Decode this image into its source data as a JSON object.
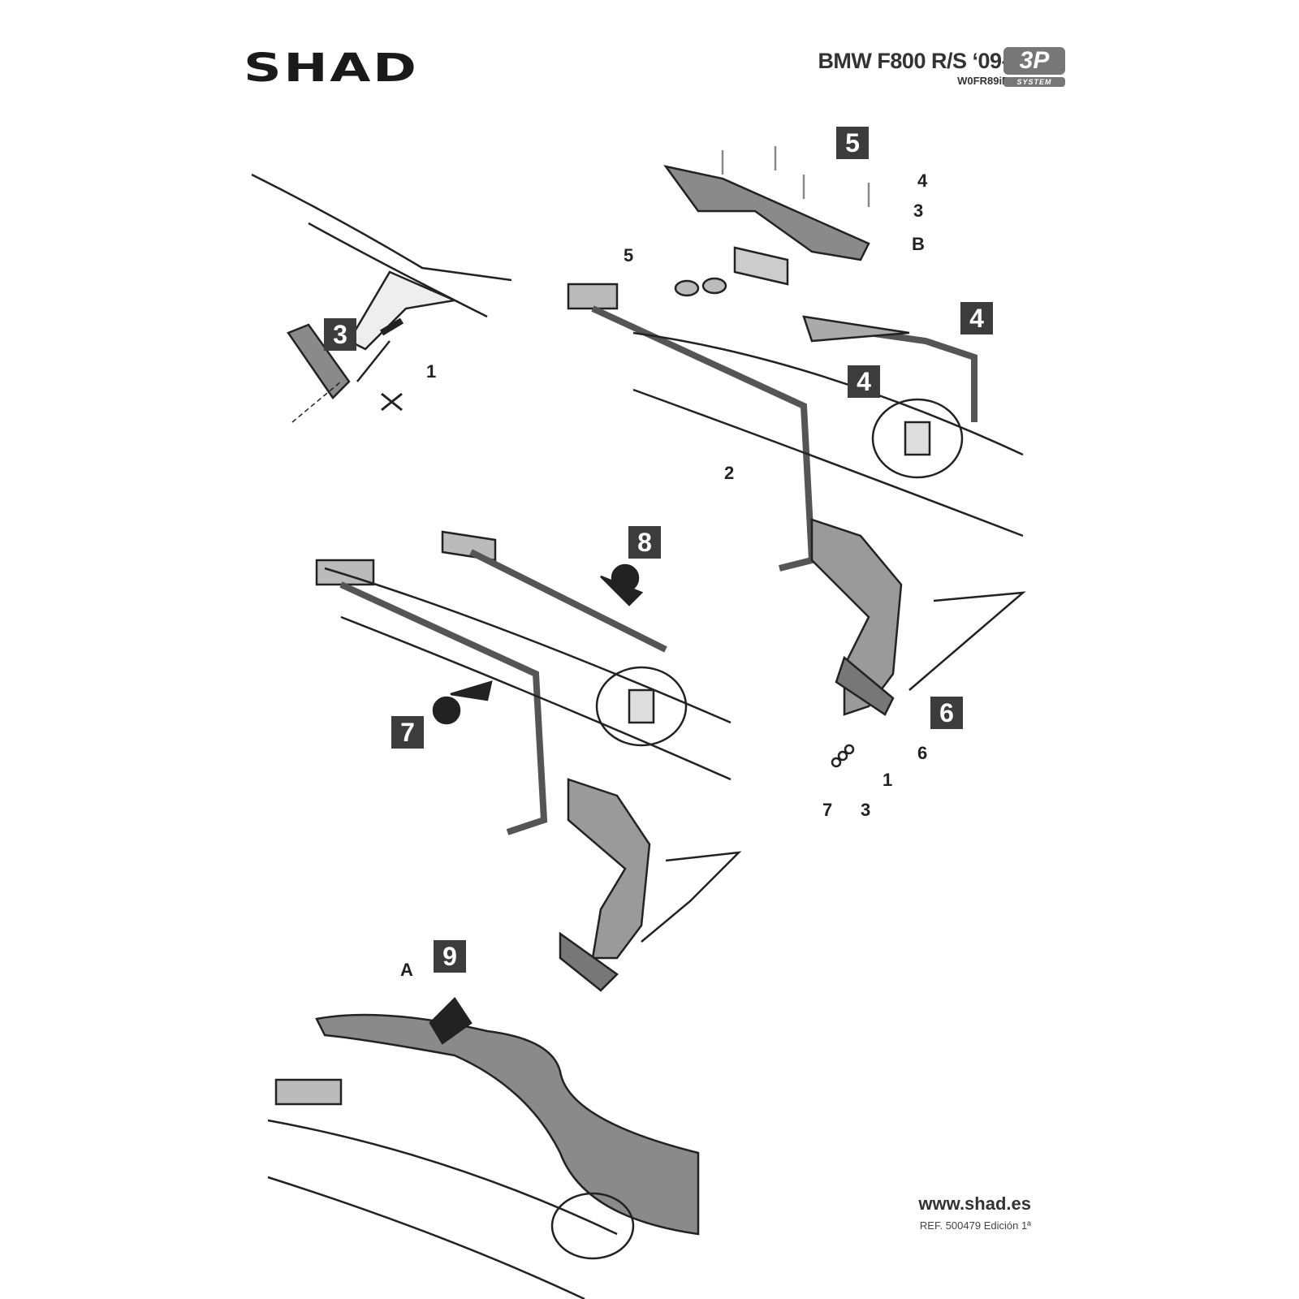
{
  "header": {
    "brand": "SHAD",
    "model_title": "BMW F800 R/S ‘09-",
    "product_code": "W0FR89iF",
    "system_badge": {
      "big": "3P",
      "small": "SYSTEM"
    }
  },
  "steps": [
    "3",
    "5",
    "4",
    "4",
    "8",
    "7",
    "6",
    "9"
  ],
  "callouts": {
    "step3": [
      "1"
    ],
    "top_right": [
      "4",
      "3",
      "B",
      "5",
      "2"
    ],
    "step6": [
      "6",
      "1",
      "3",
      "7"
    ],
    "step9": [
      "A"
    ]
  },
  "footer": {
    "url": "www.shad.es",
    "ref": "REF. 500479 Edición 1ª"
  },
  "colors": {
    "badge": "#3c3c3c",
    "part": "#8a8a8a",
    "line": "#222222"
  }
}
